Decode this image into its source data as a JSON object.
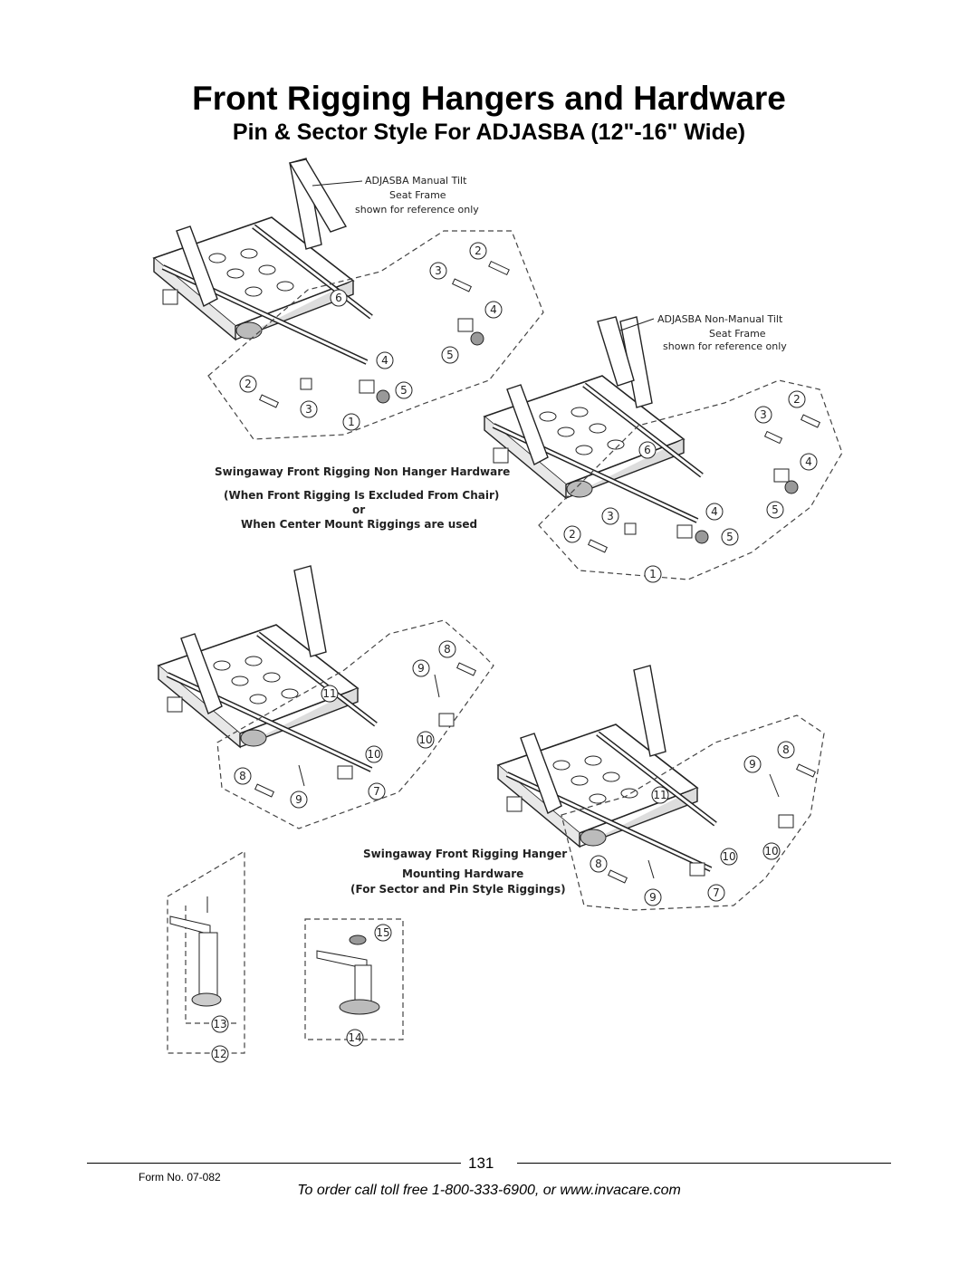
{
  "header": {
    "title": "Front Rigging Hangers and Hardware",
    "subtitle": "Pin & Sector Style For ADJASBA (12\"-16\" Wide)"
  },
  "diagram": {
    "manual_tilt_label": [
      "ADJASBA Manual Tilt",
      "Seat Frame",
      "shown for reference only"
    ],
    "non_manual_tilt_label": [
      "ADJASBA Non-Manual Tilt",
      "Seat Frame",
      "shown for reference only"
    ],
    "non_hanger_caption": [
      "Swingaway Front Rigging Non Hanger Hardware",
      "(When Front Rigging Is Excluded From Chair)",
      "or",
      "When Center Mount Riggings are used"
    ],
    "hanger_caption": [
      "Swingaway Front Rigging Hanger",
      "Mounting Hardware",
      "(For Sector and Pin Style Riggings)"
    ],
    "callouts": {
      "tl": [
        "1",
        "2",
        "3",
        "2",
        "3",
        "4",
        "5",
        "4",
        "5",
        "6"
      ],
      "tr": [
        "1",
        "2",
        "3",
        "2",
        "3",
        "4",
        "5",
        "4",
        "5",
        "6"
      ],
      "bl": [
        "7",
        "8",
        "9",
        "8",
        "9",
        "10",
        "10",
        "11"
      ],
      "br": [
        "7",
        "8",
        "9",
        "8",
        "9",
        "10",
        "10",
        "11"
      ],
      "parts": [
        "12",
        "13",
        "14",
        "15"
      ]
    }
  },
  "footer": {
    "page_number": "131",
    "form_number": "Form No.  07-082",
    "order_line": "To order call toll free 1-800-333-6900, or www.invacare.com"
  }
}
